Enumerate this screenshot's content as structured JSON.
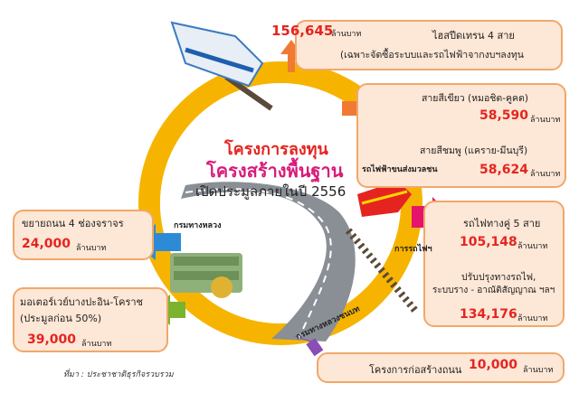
{
  "center": {
    "line1": "โครงการลงทุน",
    "line2": "โครงสร้างพื้นฐาน",
    "line3": "เปิดประมูลภายในปี 2556"
  },
  "highspeed": {
    "value": "156,645",
    "unit": "ล้านบาท",
    "title": "ไฮสปีดเทรน 4 สาย",
    "note": "(เฉพาะจัดซื้อระบบและรถไฟฟ้าจากงบฯลงทุน"
  },
  "transit": {
    "green_label": "สายสีเขียว (หมอชิต-คูคต)",
    "green_value": "58,590",
    "pink_label": "สายสีชมพู (แคราย-มีนบุรี)",
    "pink_value": "58,624",
    "unit": "ล้านบาท",
    "tag": "รถไฟฟ้าขนส่งมวลชน"
  },
  "railway": {
    "tag": "การรถไฟฯ",
    "double_label": "รถไฟทางคู่ 5 สาย",
    "double_value": "105,148",
    "upgrade_label1": "ปรับปรุงทางรถไฟ,",
    "upgrade_label2": "ระบบราง - อาณัติสัญญาณ ฯลฯ",
    "upgrade_value": "134,176",
    "unit": "ล้านบาท"
  },
  "highways": {
    "tag": "กรมทางหลวง",
    "road_label": "ขยายถนน 4 ช่องจราจร",
    "road_value": "24,000",
    "motorway_label": "มอเตอร์เวย์บางปะอิน-โคราช",
    "motorway_note": "(ประมูลก่อน 50%)",
    "motorway_value": "39,000",
    "unit": "ล้านบาท"
  },
  "rural": {
    "tag": "กรมทางหลวงชนบท",
    "label": "โครงการก่อสร้างถนน",
    "value": "10,000",
    "unit": "ล้านบาท"
  },
  "source": "ที่มา : ประชาชาติธุรกิจรวบรวม",
  "colors": {
    "ring": "#f6b400",
    "box_fill": "#fde7d6",
    "box_border": "#f0a86b",
    "value_red": "#e52420",
    "arrow_orange": "#f07a34",
    "arrow_pink": "#e5156b",
    "arrow_blue": "#2d8bd6",
    "arrow_green": "#7ab32e",
    "arrow_purple": "#8a4fb6",
    "title_red": "#e52420",
    "title_pink": "#d81b7a"
  }
}
